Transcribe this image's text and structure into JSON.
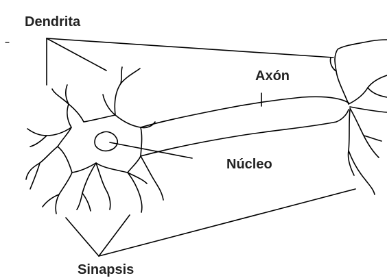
{
  "labels": {
    "dendrita": "Dendrita",
    "axon": "Axón",
    "nucleo": "Núcleo",
    "sinapsis": "Sinapsis"
  },
  "colors": {
    "line": "#000000",
    "text": "#222222",
    "background": "#ffffff"
  }
}
